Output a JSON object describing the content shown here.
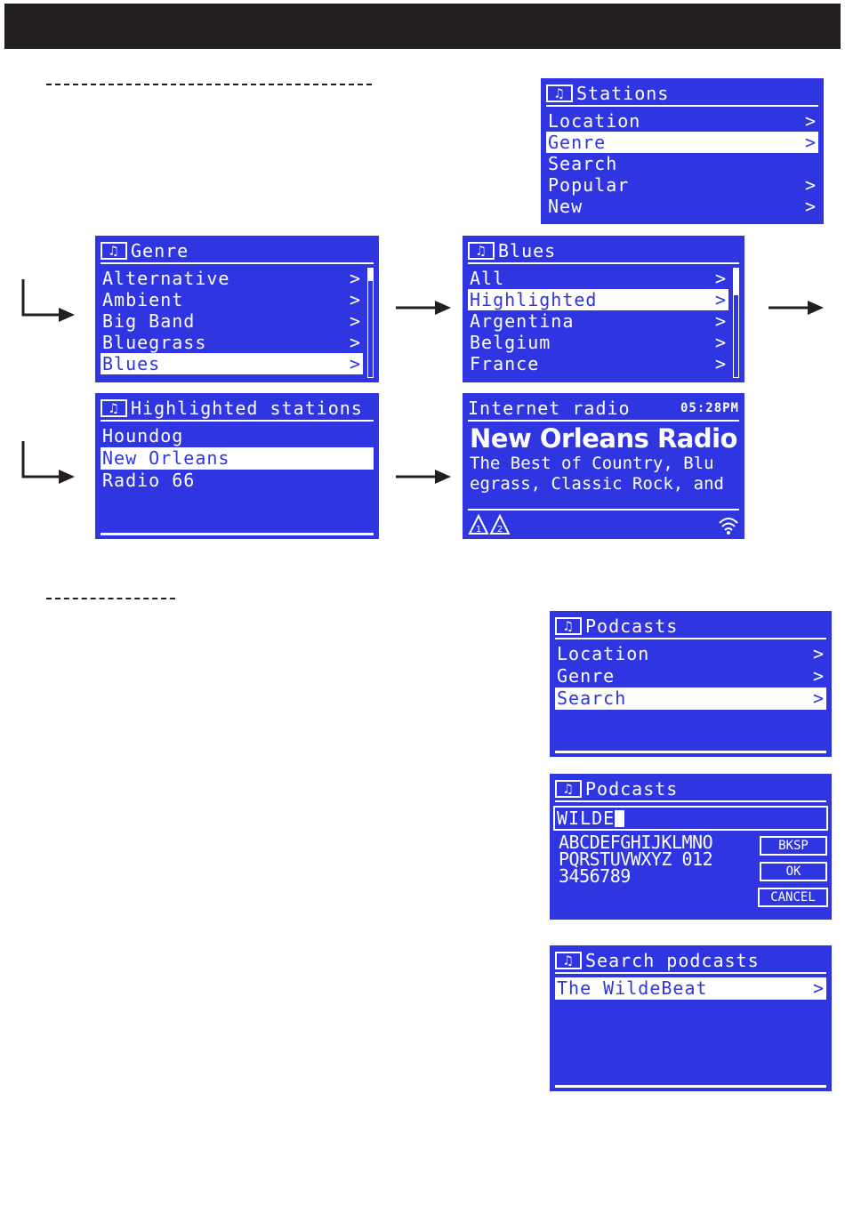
{
  "icons": {
    "note": "music-note-icon",
    "chevron": ">",
    "preset": "preset-icon",
    "wifi": "wifi-signal-icon"
  },
  "colors": {
    "screen": "#2f35e0",
    "text": "#ffffff",
    "bar": "#231f20"
  },
  "stations": {
    "title": "Stations",
    "items": [
      {
        "label": "Location",
        "chev": ">"
      },
      {
        "label": "Genre",
        "chev": ">"
      },
      {
        "label": "Search",
        "chev": ""
      },
      {
        "label": "Popular",
        "chev": ">"
      },
      {
        "label": "New",
        "chev": ">"
      }
    ]
  },
  "genre": {
    "title": "Genre",
    "items": [
      {
        "label": "Alternative",
        "chev": ">"
      },
      {
        "label": "Ambient",
        "chev": ">"
      },
      {
        "label": "Big Band",
        "chev": ">"
      },
      {
        "label": "Bluegrass",
        "chev": ">"
      },
      {
        "label": "Blues",
        "chev": ">"
      }
    ]
  },
  "blues": {
    "title": "Blues",
    "items": [
      {
        "label": "All",
        "chev": ">"
      },
      {
        "label": "Highlighted",
        "chev": ">"
      },
      {
        "label": "Argentina",
        "chev": ">"
      },
      {
        "label": "Belgium",
        "chev": ">"
      },
      {
        "label": "France",
        "chev": ">"
      }
    ]
  },
  "highlighted": {
    "title": "Highlighted stations",
    "items": [
      {
        "label": "Houndog"
      },
      {
        "label": "New Orleans"
      },
      {
        "label": "Radio 66"
      }
    ]
  },
  "nowplaying": {
    "source": "Internet radio",
    "time": "05:28PM",
    "station": "New Orleans Radio",
    "line1": "The Best of Country, Blu",
    "line2": "egrass, Classic Rock, and"
  },
  "podcasts": {
    "title": "Podcasts",
    "items": [
      {
        "label": "Location",
        "chev": ">"
      },
      {
        "label": "Genre",
        "chev": ">"
      },
      {
        "label": "Search",
        "chev": ">"
      }
    ]
  },
  "podcast_search": {
    "title": "Podcasts",
    "query": "WILDE",
    "chars1": "ABCDEFGHIJKLMNO",
    "chars2": "PQRSTUVWXYZ 012",
    "chars3": "3456789",
    "bksp": "BKSP",
    "ok": "OK",
    "cancel": "CANCEL"
  },
  "search_results": {
    "title": "Search podcasts",
    "items": [
      {
        "label": "The WildeBeat",
        "chev": ">"
      }
    ]
  }
}
